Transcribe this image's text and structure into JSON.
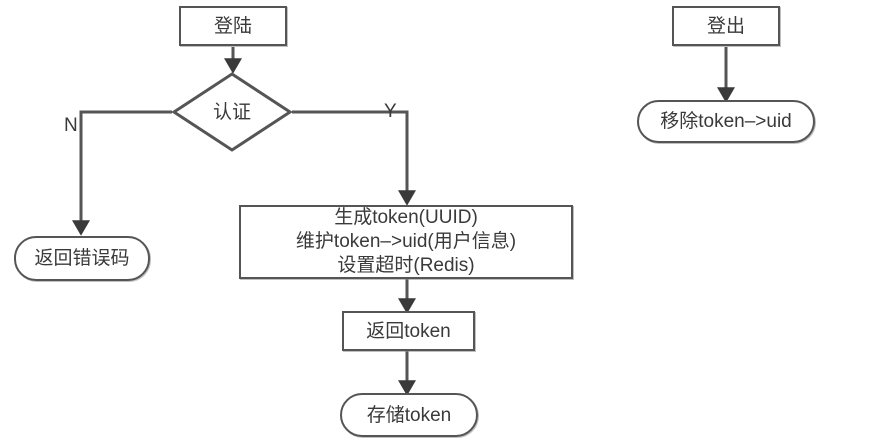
{
  "diagram": {
    "title": "Token authentication login / logout flowchart",
    "type": "flowchart",
    "colors": {
      "stroke": "#555555",
      "text": "#3a3a3a",
      "fill": "#ffffff",
      "shadow": "#8c8c8c"
    },
    "login_flow": {
      "start": {
        "label": "登陆",
        "shape": "rectangle"
      },
      "decision": {
        "label": "认证",
        "shape": "diamond"
      },
      "branch_no": {
        "label": "N"
      },
      "branch_yes": {
        "label": "Y"
      },
      "error": {
        "label": "返回错误码",
        "shape": "rounded"
      },
      "token_ops": {
        "shape": "rectangle",
        "lines": [
          "生成token(UUID)",
          "维护token–>uid(用户信息)",
          "设置超时(Redis)"
        ]
      },
      "return_token": {
        "label": "返回token",
        "shape": "rectangle"
      },
      "store_token": {
        "label": "存储token",
        "shape": "rounded"
      }
    },
    "logout_flow": {
      "start": {
        "label": "登出",
        "shape": "rectangle"
      },
      "remove": {
        "label": "移除token–>uid",
        "shape": "rounded"
      }
    }
  }
}
